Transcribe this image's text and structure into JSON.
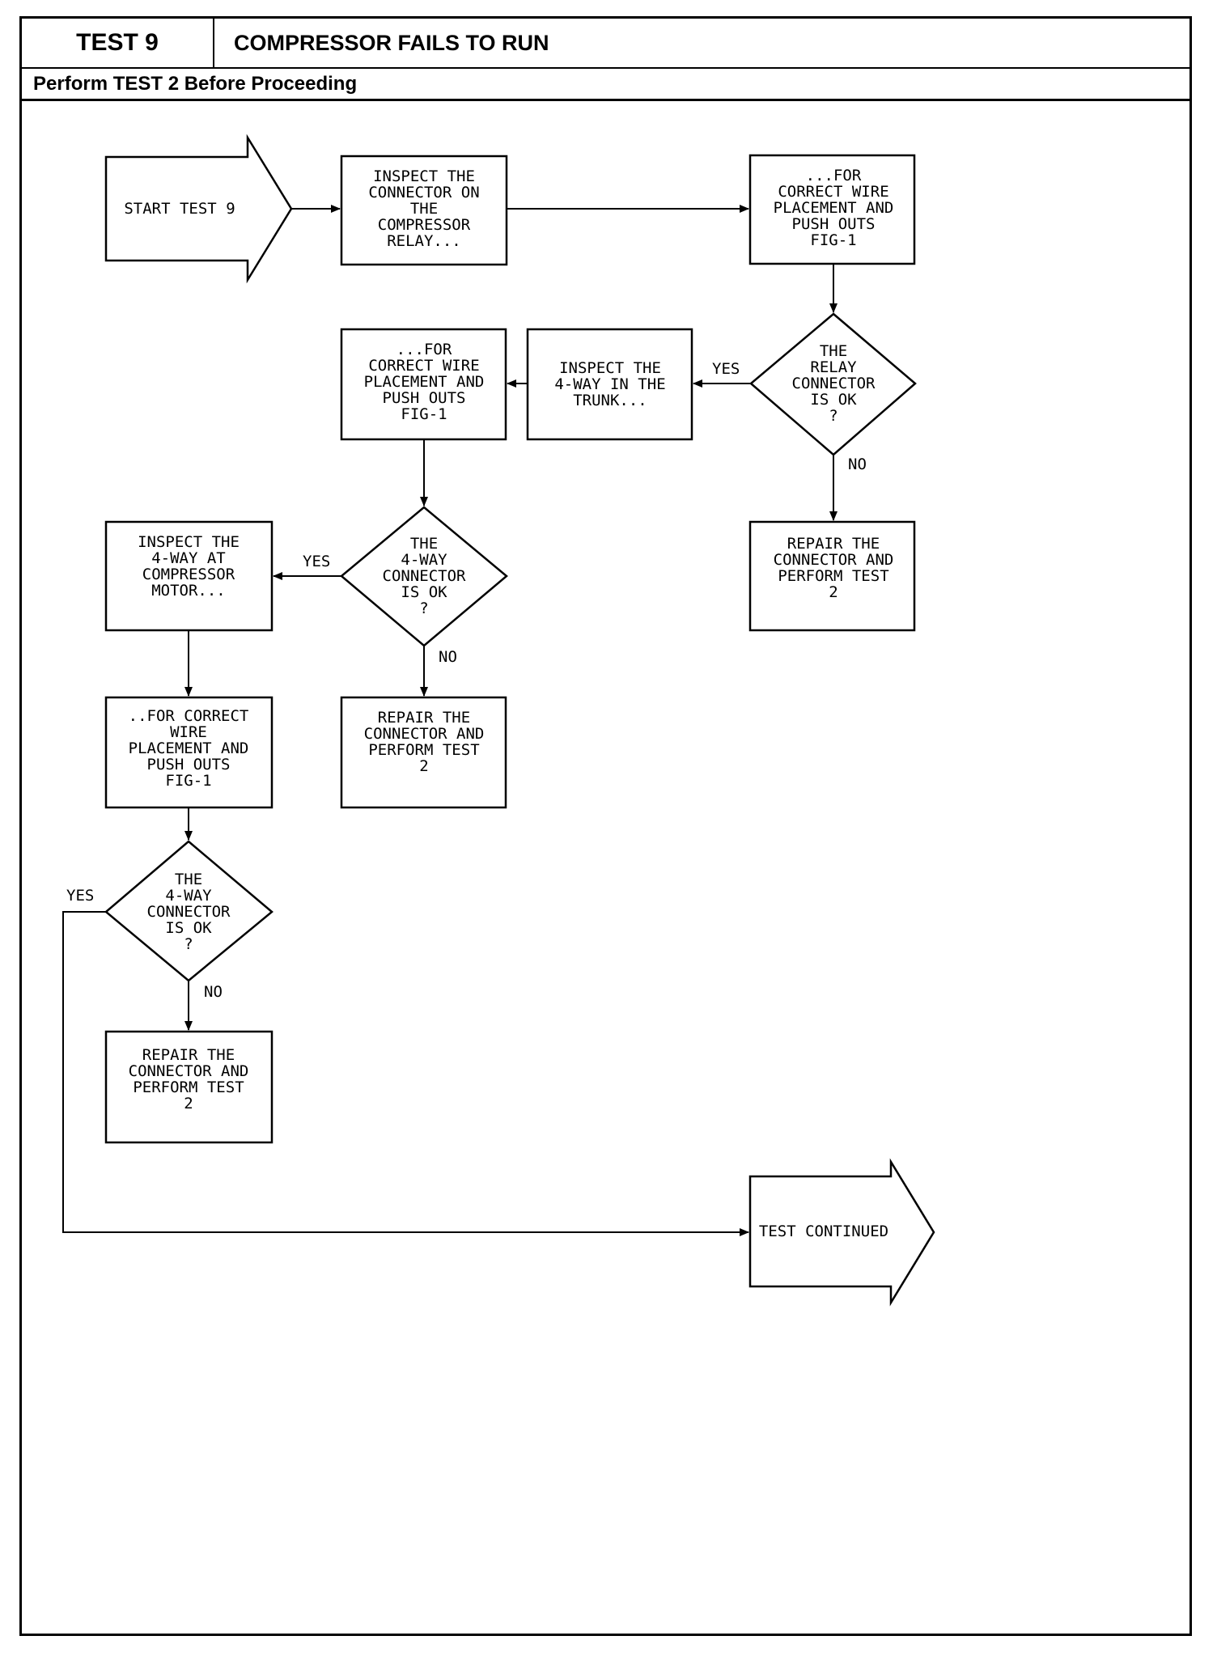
{
  "header": {
    "test_number": "TEST 9",
    "test_title": "COMPRESSOR FAILS TO RUN",
    "prerequisite": "Perform TEST 2 Before Proceeding"
  },
  "nodes": {
    "start": [
      "START TEST 9"
    ],
    "inspect_relay": [
      "INSPECT THE",
      "CONNECTOR ON",
      "THE",
      "COMPRESSOR",
      "RELAY..."
    ],
    "relay_wire_check": [
      "...FOR",
      "CORRECT WIRE",
      "PLACEMENT AND",
      "PUSH OUTS",
      "FIG-1"
    ],
    "relay_ok": [
      "THE",
      "RELAY",
      "CONNECTOR",
      "IS OK",
      "?"
    ],
    "repair_relay": [
      "REPAIR THE",
      "CONNECTOR AND",
      "PERFORM TEST",
      "2"
    ],
    "inspect_trunk": [
      "INSPECT THE",
      "4-WAY IN THE",
      "TRUNK..."
    ],
    "trunk_wire_check": [
      "...FOR",
      "CORRECT WIRE",
      "PLACEMENT AND",
      "PUSH OUTS",
      "FIG-1"
    ],
    "trunk_ok": [
      "THE",
      "4-WAY",
      "CONNECTOR",
      "IS OK",
      "?"
    ],
    "repair_trunk": [
      "REPAIR THE",
      "CONNECTOR AND",
      "PERFORM TEST",
      "2"
    ],
    "inspect_motor": [
      "INSPECT THE",
      "4-WAY AT",
      "COMPRESSOR",
      "MOTOR..."
    ],
    "motor_wire_check": [
      "..FOR CORRECT",
      "WIRE",
      "PLACEMENT AND",
      "PUSH OUTS",
      "FIG-1"
    ],
    "motor_ok": [
      "THE",
      "4-WAY",
      "CONNECTOR",
      "IS OK",
      "?"
    ],
    "repair_motor": [
      "REPAIR THE",
      "CONNECTOR AND",
      "PERFORM TEST",
      "2"
    ],
    "continued": [
      "TEST CONTINUED"
    ]
  },
  "edge_labels": {
    "relay_yes": "YES",
    "relay_no": "NO",
    "trunk_yes": "YES",
    "trunk_no": "NO",
    "motor_yes": "YES",
    "motor_no": "NO"
  },
  "colors": {
    "ink": "#000000",
    "paper": "#ffffff"
  }
}
